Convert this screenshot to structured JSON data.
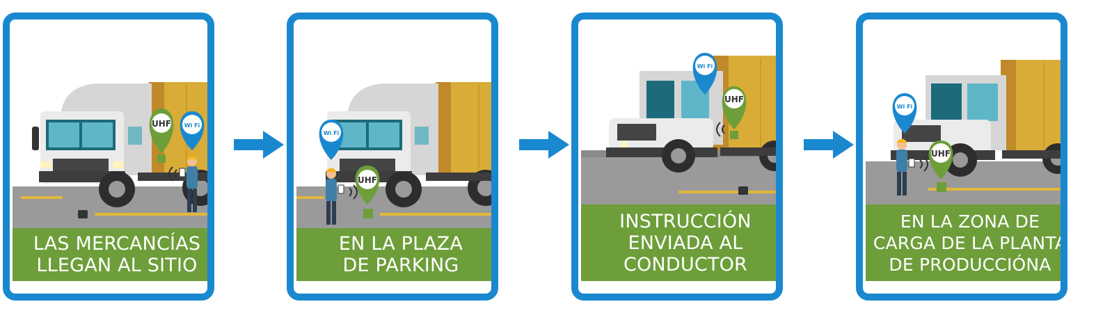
{
  "steps": [
    {
      "caption": [
        "LAS MERCANCÍAS",
        "LLEGAN AL SITIO"
      ],
      "uhf_label": "UHF",
      "wifi_label": "Wi Fi"
    },
    {
      "caption": [
        "EN LA PLAZA",
        "DE PARKING"
      ],
      "uhf_label": "UHF",
      "wifi_label": "Wi Fi"
    },
    {
      "caption": [
        "INSTRUCCIÓN",
        "ENVIADA AL",
        "CONDUCTOR"
      ],
      "uhf_label": "UHF",
      "wifi_label": "Wi Fi"
    },
    {
      "caption": [
        "EN LA ZONA DE",
        "CARGA DE LA PLANTA",
        "DE PRODUCCIÓNA"
      ],
      "uhf_label": "UHF",
      "wifi_label": "Wi Fi"
    }
  ],
  "colors": {
    "frame": "#1a88cf",
    "caption_bg": "#6d9e3a",
    "arrow": "#1a88cf",
    "road": "#9a9a9a",
    "cargo": "#d8ac36",
    "cab": "#e9e9e9",
    "pin_uhf": "#6d9e3a",
    "pin_wifi": "#1a88cf"
  },
  "icons": [
    "truck",
    "worker",
    "uhf-pin",
    "wifi-pin",
    "rfid-tag",
    "flow-arrow"
  ]
}
